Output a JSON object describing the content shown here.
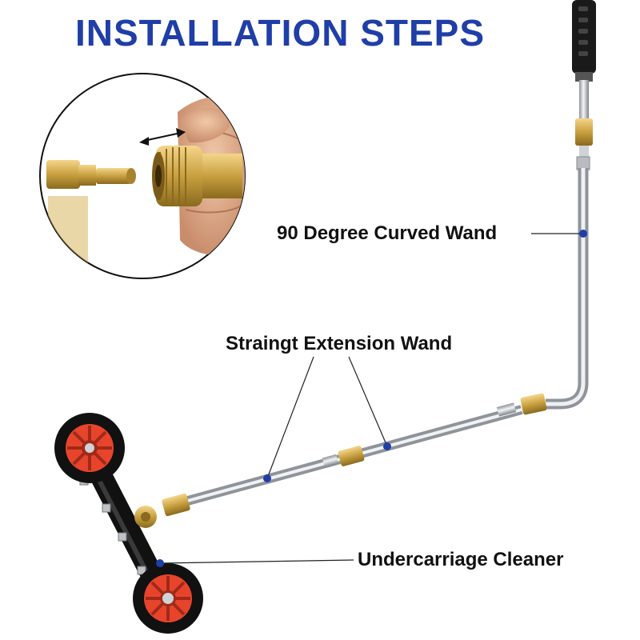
{
  "header": {
    "title": "INSTALLATION STEPS"
  },
  "labels": {
    "curved_wand": "90 Degree Curved Wand",
    "straight_wand": "Straingt Extension Wand",
    "undercarriage": "Undercarriage Cleaner"
  },
  "colors": {
    "title": "#1f3ea8",
    "marker_dot": "#1f3ea8",
    "wheel_hub": "#e8442c",
    "brass": "#c9a040"
  }
}
